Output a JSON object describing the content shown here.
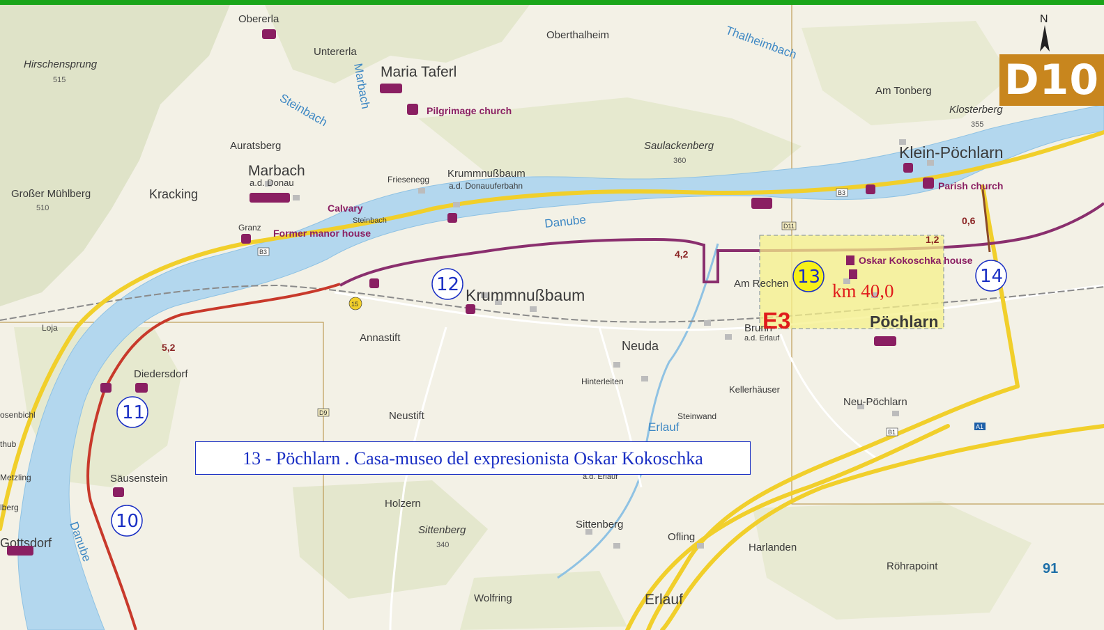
{
  "map": {
    "sheet_label": "D10",
    "page_number": "91",
    "caption": "13 - Pöchlarn . Casa-museo del expresionista Oskar Kokoschka",
    "km_label": "km 40,0",
    "route_code": "E3",
    "north_symbol": "N",
    "colors": {
      "top_bar": "#1aa51a",
      "river": "#b3d7ee",
      "route_main": "#8a2f6e",
      "route_alt": "#c8392b",
      "road_yellow": "#f1cf2b",
      "highlight": "#f5f08a",
      "stage_marker": "#1a2fc4",
      "km_text": "#e01b1b"
    },
    "stage_markers": [
      "10",
      "11",
      "12",
      "13",
      "14"
    ],
    "places": {
      "obererla": "Obererla",
      "untererla": "Untererla",
      "oberthalheim": "Oberthalheim",
      "hirschensprung": "Hirschensprung",
      "maria_taferl": "Maria Taferl",
      "am_tonberg": "Am Tonberg",
      "klosterberg": "Klosterberg",
      "auratsberg": "Auratsberg",
      "saulackenberg": "Saulackenberg",
      "klein_poechlarn": "Klein-Pöchlarn",
      "marbach": "Marbach",
      "marbach_sub": "a.d. Donau",
      "grosser_muehlberg": "Großer Mühlberg",
      "kracking": "Kracking",
      "friesenegg": "Friesenegg",
      "krummnussbaum_bahn": "Krummnußbaum",
      "krummnussbaum_bahn_sub": "a.d. Donauuferbahn",
      "granz": "Granz",
      "steinbach": "Steinbach",
      "krummnussbaum": "Krummnußbaum",
      "am_rechen": "Am Rechen",
      "poechlarn": "Pöchlarn",
      "loja": "Loja",
      "annastift": "Annastift",
      "brunn": "Brunn",
      "brunn_sub": "a.d. Erlauf",
      "neuda": "Neuda",
      "diedersdorf": "Diedersdorf",
      "hinterleiten": "Hinterleiten",
      "kellerhaeuser": "Kellerhäuser",
      "neu_poechlarn": "Neu-Pöchlarn",
      "neustift": "Neustift",
      "steinwand": "Steinwand",
      "osenbichl": "osenbichl",
      "thub": "thub",
      "saeusenstein": "Säusenstein",
      "metzling": "Metzling",
      "berg": "lberg",
      "holzern": "Holzern",
      "erlauf_sub": "a.d. Erlauf",
      "sittenberg_hill": "Sittenberg",
      "sittenberg": "Sittenberg",
      "ofling": "Ofling",
      "harlanden": "Harlanden",
      "roehrapoint": "Röhrapoint",
      "gottsdorf": "Gottsdorf",
      "wolfring": "Wolfring",
      "erlauf": "Erlauf"
    },
    "elevations": {
      "hirschensprung": "515",
      "klosterberg": "355",
      "saulackenberg": "360",
      "grosser_muehlberg": "510",
      "sittenberg": "340"
    },
    "pois": {
      "pilgrimage_church": "Pilgrimage church",
      "calvary": "Calvary",
      "former_manor_house": "Former manor house",
      "parish_church": "Parish church",
      "kokoschka_house": "Oskar Kokoschka house"
    },
    "waters": {
      "danube_main": "Danube",
      "danube_left": "Danube",
      "erlauf_river": "Erlauf",
      "thalheimbach": "Thalheimbach",
      "steinbach_creek": "Steinbach",
      "marbach_creek": "Marbach"
    },
    "distances": [
      "4,2",
      "1,2",
      "0,6",
      "5,2"
    ],
    "road_codes": [
      "B3",
      "B3",
      "D11",
      "D9",
      "B1",
      "A1",
      "15"
    ]
  }
}
